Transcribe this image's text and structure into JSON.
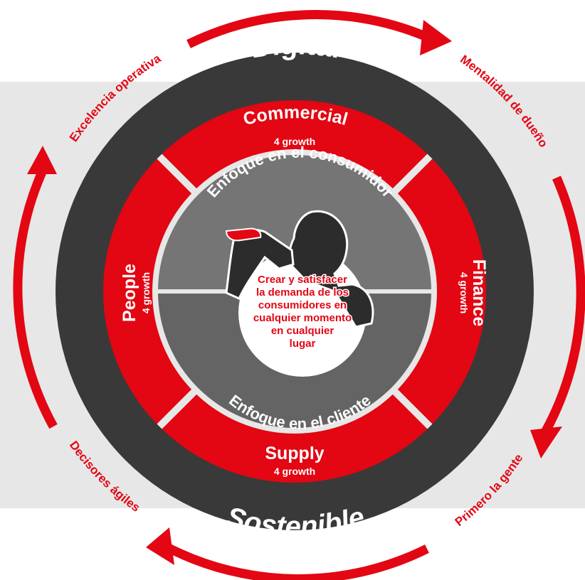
{
  "colors": {
    "red": "#e30613",
    "dark": "#3a3a3a",
    "light_bg": "#e7e7e7",
    "mid_gray": "#6e6e6e",
    "white": "#ffffff"
  },
  "outer_ring": {
    "top": "Digital",
    "bottom": "Sostenible"
  },
  "outer_labels": {
    "top_left": "Excelencia operativa",
    "top_right": "Mentalidad de dueño",
    "bottom_left": "Decisores ágiles",
    "bottom_right": "Primero la gente"
  },
  "segments": {
    "top": {
      "title": "Commercial",
      "subtitle": "4 growth"
    },
    "right": {
      "title": "Finance",
      "subtitle": "4 growth"
    },
    "bottom": {
      "title": "Supply",
      "subtitle": "4 growth"
    },
    "left": {
      "title": "People",
      "subtitle": "4 growth"
    }
  },
  "inner_ring": {
    "top": "Enfoque en el consumidor",
    "bottom": "Enfoque en el cliente"
  },
  "center": {
    "lines": [
      "Crear y satisfacer",
      "la demanda de los",
      "consumidores en",
      "cualquier momento",
      "en cualquier",
      "lugar"
    ],
    "icon": "person-drinking-icon"
  }
}
